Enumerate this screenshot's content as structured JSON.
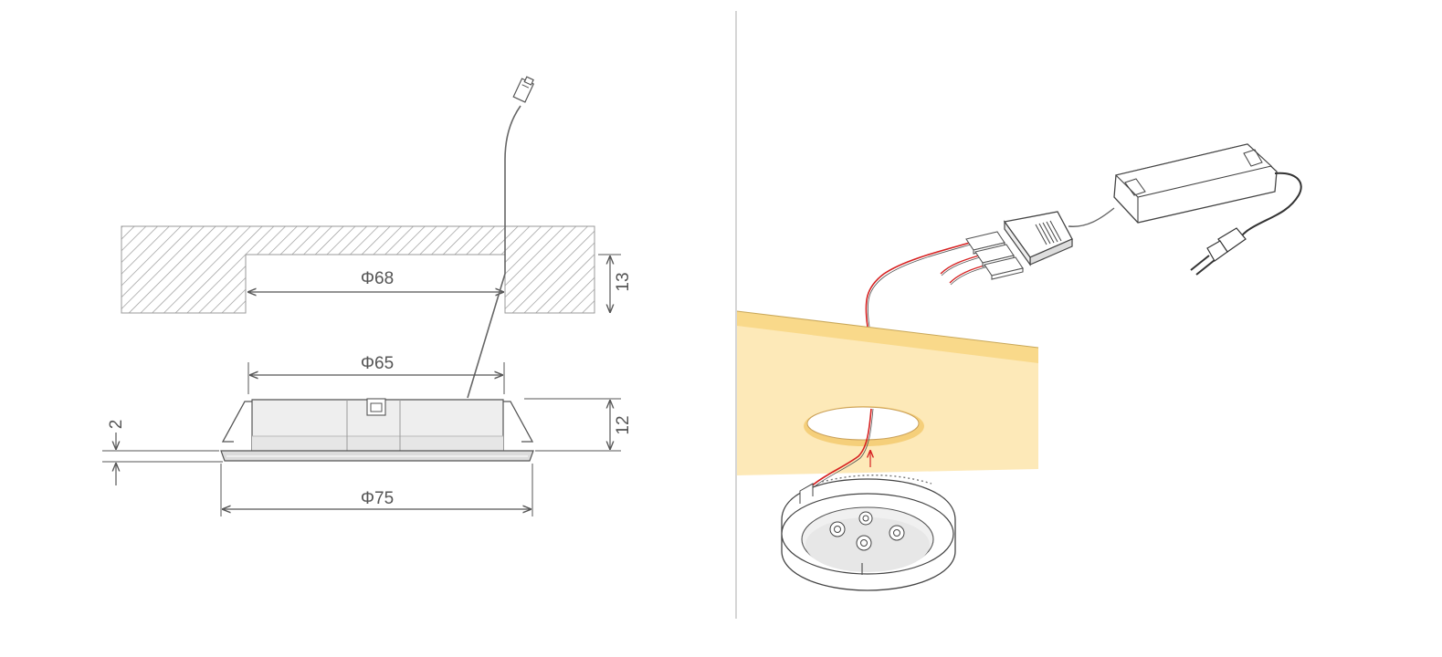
{
  "left_panel": {
    "dimensions": {
      "cutout_diameter": "Φ68",
      "cutout_depth": "13",
      "body_diameter": "Φ65",
      "body_height": "12",
      "flange_thickness": "2",
      "flange_diameter": "Φ75"
    }
  },
  "colors": {
    "line": "#555555",
    "hatch": "#9a9a9a",
    "wood_face": "#fde9b8",
    "wood_edge": "#f9d98a",
    "wire_red": "#d62020",
    "wire_dark": "#444444",
    "divider": "#bbbbbb"
  }
}
